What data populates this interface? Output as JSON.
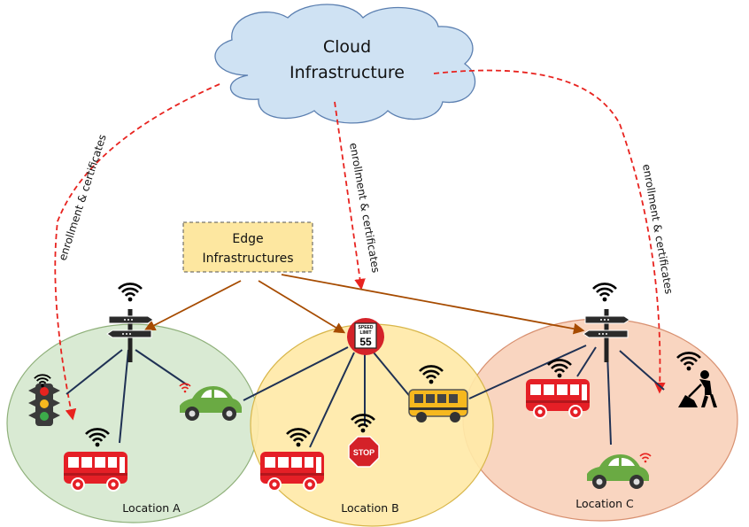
{
  "cloud": {
    "line1": "Cloud",
    "line2": "Infrastructure"
  },
  "edge": {
    "line1": "Edge",
    "line2": "Infrastructures"
  },
  "arrows": {
    "left": "enrollment & certificates",
    "middle": "enrollment & certificates",
    "right": "enrollment & certificates"
  },
  "locations": {
    "a": "Location A",
    "b": "Location B",
    "c": "Location C"
  },
  "signs": {
    "speed_top": "SPEED",
    "speed_mid": "LIMIT",
    "speed_value": "55",
    "stop": "STOP"
  },
  "colors": {
    "cloud_fill": "#cfe2f3",
    "cloud_stroke": "#5b7fb0",
    "edge_fill": "#fde7a0",
    "location_a": "#d9ead3",
    "location_b": "#ffe9a8",
    "location_c": "#f9d5c0",
    "dashed_arrow": "#e8231f",
    "edge_arrow": "#a64b00",
    "link": "#1f3154",
    "bus": "#e51f26",
    "car": "#6aaa43",
    "school_bus": "#f6b81e"
  }
}
